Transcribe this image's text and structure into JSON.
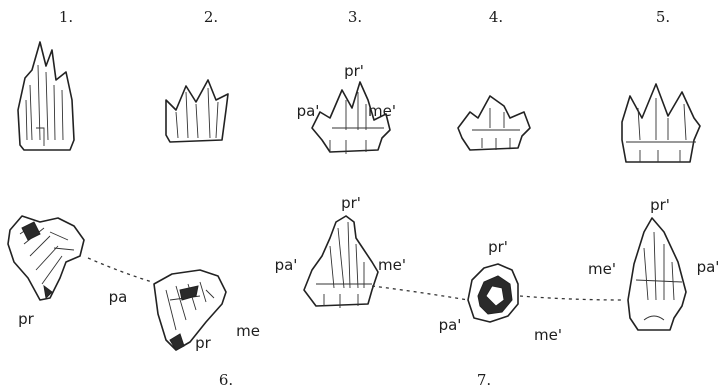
{
  "figure_numbers": [
    "1.",
    "2.",
    "3.",
    "4.",
    "5.",
    "6.",
    "7."
  ],
  "labels": {
    "fig3": [
      "pr'",
      "pa'",
      "me'"
    ],
    "fig6_left": [
      "pr",
      "pa"
    ],
    "fig6_right": [
      "me",
      "pr"
    ],
    "fig6_mid": [
      "pr'",
      "pa'",
      "me'"
    ],
    "fig7_left": [
      "pr'",
      "pa'",
      "me'"
    ],
    "fig7_right": [
      "pr'",
      "me'",
      "pa'"
    ]
  }
}
